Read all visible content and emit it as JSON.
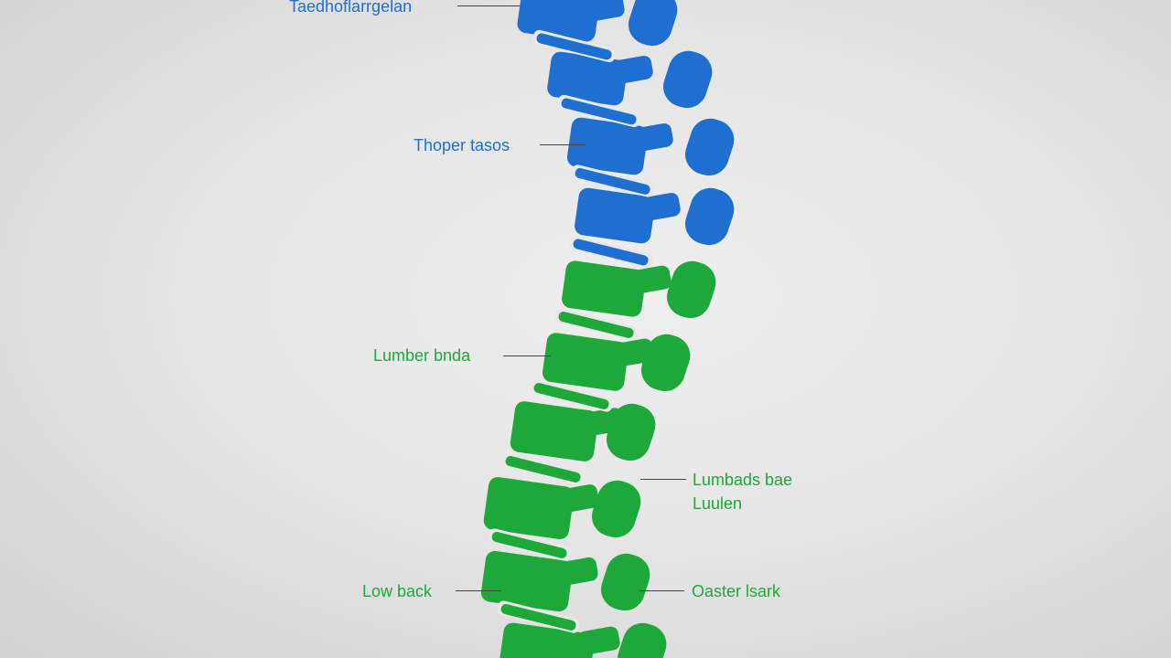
{
  "colors": {
    "upper": "#1f6fd0",
    "lower": "#1fa83a",
    "leader": "#444444",
    "background": "#e6e6e6"
  },
  "labels": {
    "top": "Taedhoflarrgelan",
    "thoracic": "Thoper tasos",
    "lumbar_left": "Lumber bnda",
    "lumbar_right_1": "Lumbads bae",
    "lumbar_right_2": "Luulen",
    "low_back": "Low back",
    "other": "Oaster lsark"
  }
}
